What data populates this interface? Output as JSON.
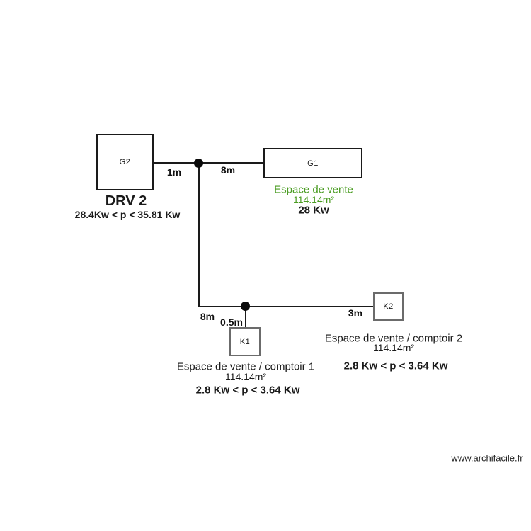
{
  "colors": {
    "background": "#ffffff",
    "wire": "#1a1a1a",
    "device_border_dark": "#1a1a1a",
    "device_border_gray": "#6b6b6b",
    "zone_text_green": "#4a9c22",
    "text": "#1a1a1a"
  },
  "devices": {
    "g2": {
      "tag": "G2",
      "title": "DRV 2",
      "power_range": "28.4Kw < p < 35.81 Kw"
    },
    "g1": {
      "tag": "G1",
      "zone": "Espace de vente",
      "area": "114.14m²",
      "power": "28 Kw"
    },
    "k1": {
      "tag": "K1",
      "zone": "Espace de vente / comptoir 1",
      "area": "114.14m²",
      "power_range": "2.8 Kw < p < 3.64 Kw"
    },
    "k2": {
      "tag": "K2",
      "zone": "Espace de vente / comptoir 2",
      "area": "114.14m²",
      "power_range": "2.8 Kw < p < 3.64 Kw"
    }
  },
  "distances": {
    "g2_to_junction1": "1m",
    "junction1_to_g1": "8m",
    "junction1_to_junction2": "8m",
    "junction2_to_k1": "0.5m",
    "junction2_to_k2": "3m"
  },
  "watermark": "www.archifacile.fr"
}
